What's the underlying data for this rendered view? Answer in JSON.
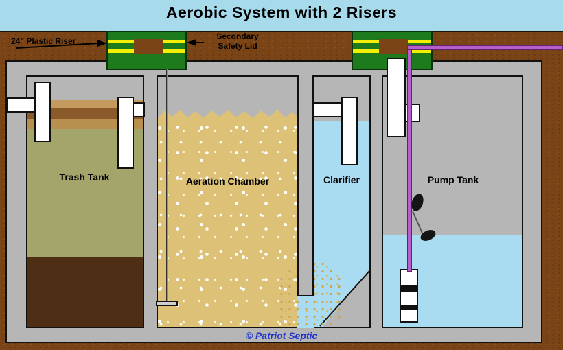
{
  "title": "Aerobic System with 2 Risers",
  "labels": {
    "riser": "24\" Plastic Riser",
    "lid": "Secondary\nSafety Lid",
    "trash_tank": "Trash Tank",
    "aeration": "Aeration Chamber",
    "clarifier": "Clarifier",
    "pump_tank": "Pump Tank",
    "copyright": "© Patriot Septic"
  },
  "colors": {
    "sky": "#a7dbec",
    "ground_brown": "#7a4416",
    "tank_gray": "#b6b6b6",
    "riser_green": "#1d7a1d",
    "riser_stripe_yellow": "#f4ef00",
    "water_blue": "#a9dcf0",
    "aeration_tan": "#dcc177",
    "trash_liquid_olive": "#a3a56a",
    "scum_tan": "#c49a5e",
    "scum_brown": "#8a5a2b",
    "sludge_brown": "#4e2e14",
    "pipe_white": "#ffffff",
    "pump_pipe_purple": "#b75ecb",
    "copyright_blue": "#2233cc"
  }
}
